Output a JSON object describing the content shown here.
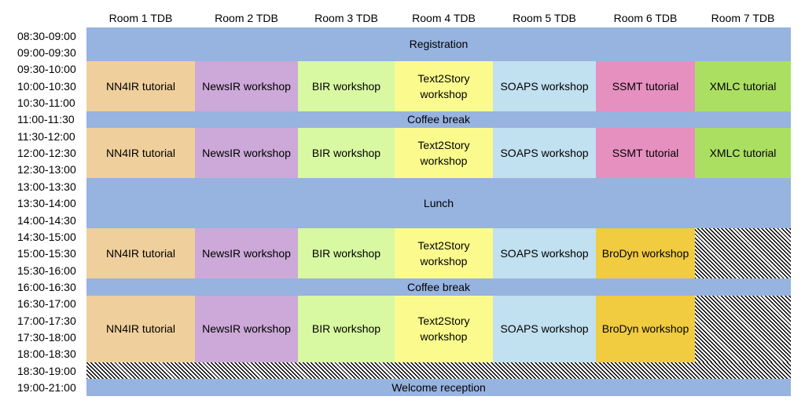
{
  "rooms": [
    "Room 1 TDB",
    "Room 2 TDB",
    "Room 3 TDB",
    "Room 4 TDB",
    "Room 5 TDB",
    "Room 6 TDB",
    "Room 7 TDB"
  ],
  "times": [
    "08:30-09:00",
    "09:00-09:30",
    "09:30-10:00",
    "10:00-10:30",
    "10:30-11:00",
    "11:00-11:30",
    "11:30-12:00",
    "12:00-12:30",
    "12:30-13:00",
    "13:00-13:30",
    "13:30-14:00",
    "14:00-14:30",
    "14:30-15:00",
    "15:00-15:30",
    "15:30-16:00",
    "16:00-16:30",
    "16:30-17:00",
    "17:00-17:30",
    "17:30-18:00",
    "18:00-18:30",
    "18:30-19:00",
    "19:00-21:00"
  ],
  "colors": {
    "break": "#97b3e0",
    "NN4IR": "#efcf9c",
    "NewsIR": "#cca9d8",
    "BIR": "#d8f8a2",
    "Text2Story": "#fbfb8d",
    "SOAPS": "#c1e0f0",
    "SSMT": "#e690c0",
    "XMLC": "#abdf62",
    "BroDyn": "#f1cb40"
  },
  "blocks": [
    {
      "label": "Registration",
      "r": 0,
      "rs": 2,
      "c": 0,
      "cs": 7,
      "color": "break"
    },
    {
      "label": "NN4IR tutorial",
      "r": 2,
      "rs": 3,
      "c": 0,
      "cs": 1,
      "color": "NN4IR"
    },
    {
      "label": "NewsIR workshop",
      "r": 2,
      "rs": 3,
      "c": 1,
      "cs": 1,
      "color": "NewsIR"
    },
    {
      "label": "BIR workshop",
      "r": 2,
      "rs": 3,
      "c": 2,
      "cs": 1,
      "color": "BIR"
    },
    {
      "label": "Text2Story\nworkshop",
      "r": 2,
      "rs": 3,
      "c": 3,
      "cs": 1,
      "color": "Text2Story"
    },
    {
      "label": "SOAPS workshop",
      "r": 2,
      "rs": 3,
      "c": 4,
      "cs": 1,
      "color": "SOAPS"
    },
    {
      "label": "SSMT tutorial",
      "r": 2,
      "rs": 3,
      "c": 5,
      "cs": 1,
      "color": "SSMT"
    },
    {
      "label": "XMLC tutorial",
      "r": 2,
      "rs": 3,
      "c": 6,
      "cs": 1,
      "color": "XMLC"
    },
    {
      "label": "Coffee break",
      "r": 5,
      "rs": 1,
      "c": 0,
      "cs": 7,
      "color": "break"
    },
    {
      "label": "NN4IR tutorial",
      "r": 6,
      "rs": 3,
      "c": 0,
      "cs": 1,
      "color": "NN4IR"
    },
    {
      "label": "NewsIR workshop",
      "r": 6,
      "rs": 3,
      "c": 1,
      "cs": 1,
      "color": "NewsIR"
    },
    {
      "label": "BIR workshop",
      "r": 6,
      "rs": 3,
      "c": 2,
      "cs": 1,
      "color": "BIR"
    },
    {
      "label": "Text2Story\nworkshop",
      "r": 6,
      "rs": 3,
      "c": 3,
      "cs": 1,
      "color": "Text2Story"
    },
    {
      "label": "SOAPS workshop",
      "r": 6,
      "rs": 3,
      "c": 4,
      "cs": 1,
      "color": "SOAPS"
    },
    {
      "label": "SSMT tutorial",
      "r": 6,
      "rs": 3,
      "c": 5,
      "cs": 1,
      "color": "SSMT"
    },
    {
      "label": "XMLC tutorial",
      "r": 6,
      "rs": 3,
      "c": 6,
      "cs": 1,
      "color": "XMLC"
    },
    {
      "label": "Lunch",
      "r": 9,
      "rs": 3,
      "c": 0,
      "cs": 7,
      "color": "break"
    },
    {
      "label": "NN4IR tutorial",
      "r": 12,
      "rs": 3,
      "c": 0,
      "cs": 1,
      "color": "NN4IR"
    },
    {
      "label": "NewsIR workshop",
      "r": 12,
      "rs": 3,
      "c": 1,
      "cs": 1,
      "color": "NewsIR"
    },
    {
      "label": "BIR workshop",
      "r": 12,
      "rs": 3,
      "c": 2,
      "cs": 1,
      "color": "BIR"
    },
    {
      "label": "Text2Story\nworkshop",
      "r": 12,
      "rs": 3,
      "c": 3,
      "cs": 1,
      "color": "Text2Story"
    },
    {
      "label": "SOAPS workshop",
      "r": 12,
      "rs": 3,
      "c": 4,
      "cs": 1,
      "color": "SOAPS"
    },
    {
      "label": "BroDyn workshop",
      "r": 12,
      "rs": 3,
      "c": 5,
      "cs": 1,
      "color": "BroDyn"
    },
    {
      "label": "",
      "r": 12,
      "rs": 3,
      "c": 6,
      "cs": 1,
      "color": "none"
    },
    {
      "label": "Coffee break",
      "r": 15,
      "rs": 1,
      "c": 0,
      "cs": 7,
      "color": "break"
    },
    {
      "label": "NN4IR tutorial",
      "r": 16,
      "rs": 4,
      "c": 0,
      "cs": 1,
      "color": "NN4IR"
    },
    {
      "label": "NewsIR workshop",
      "r": 16,
      "rs": 4,
      "c": 1,
      "cs": 1,
      "color": "NewsIR"
    },
    {
      "label": "BIR workshop",
      "r": 16,
      "rs": 4,
      "c": 2,
      "cs": 1,
      "color": "BIR"
    },
    {
      "label": "Text2Story\nworkshop",
      "r": 16,
      "rs": 4,
      "c": 3,
      "cs": 1,
      "color": "Text2Story"
    },
    {
      "label": "SOAPS workshop",
      "r": 16,
      "rs": 4,
      "c": 4,
      "cs": 1,
      "color": "SOAPS"
    },
    {
      "label": "BroDyn workshop",
      "r": 16,
      "rs": 4,
      "c": 5,
      "cs": 1,
      "color": "BroDyn"
    },
    {
      "label": "",
      "r": 16,
      "rs": 4,
      "c": 6,
      "cs": 1,
      "color": "none"
    },
    {
      "label": "",
      "r": 20,
      "rs": 1,
      "c": 0,
      "cs": 7,
      "color": "none"
    },
    {
      "label": "Welcome reception",
      "r": 21,
      "rs": 1,
      "c": 0,
      "cs": 7,
      "color": "break"
    }
  ]
}
